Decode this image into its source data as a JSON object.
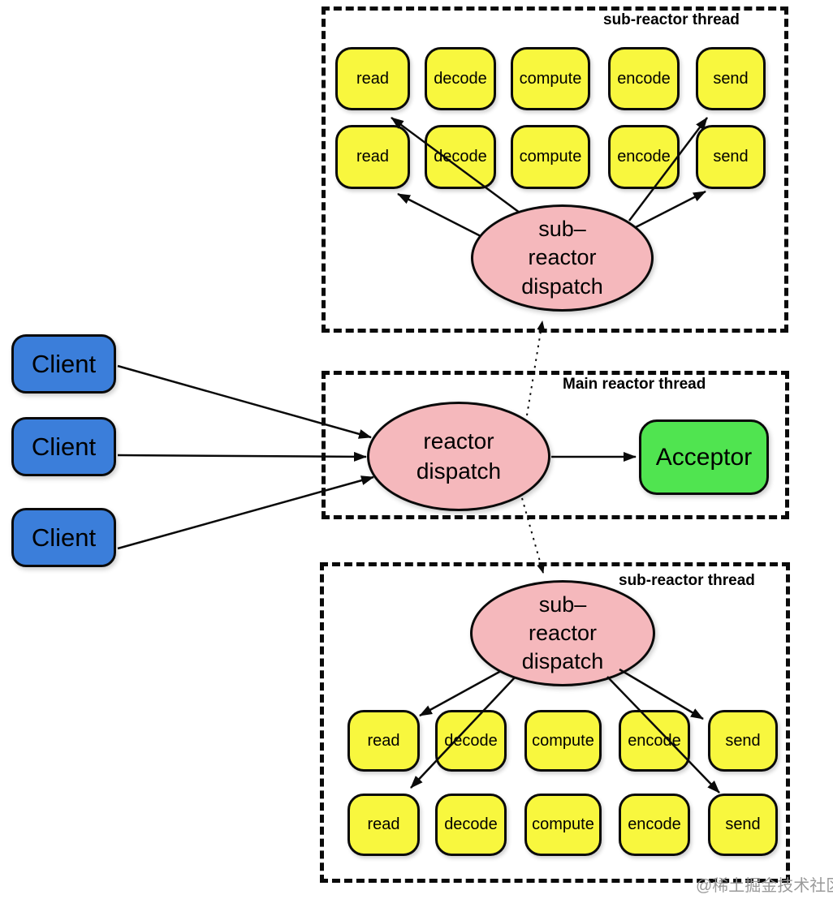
{
  "colors": {
    "yellow": "#F8F73E",
    "pink": "#F5B8BC",
    "green": "#50E450",
    "blue": "#3B7EDA",
    "line": "#000000",
    "watermark_gray": "#9A9A9A"
  },
  "clients": {
    "items": [
      "Client",
      "Client",
      "Client"
    ]
  },
  "top_section": {
    "title": "sub-reactor thread",
    "dispatch_lines": [
      "sub–",
      "reactor",
      "dispatch"
    ],
    "rows": [
      [
        "read",
        "decode",
        "compute",
        "encode",
        "send"
      ],
      [
        "read",
        "decode",
        "compute",
        "encode",
        "send"
      ]
    ]
  },
  "main_section": {
    "title": "Main reactor thread",
    "dispatch_lines": [
      "reactor",
      "dispatch"
    ],
    "acceptor_label": "Acceptor"
  },
  "bottom_section": {
    "title": "sub-reactor thread",
    "dispatch_lines": [
      "sub–",
      "reactor",
      "dispatch"
    ],
    "rows": [
      [
        "read",
        "decode",
        "compute",
        "encode",
        "send"
      ],
      [
        "read",
        "decode",
        "compute",
        "encode",
        "send"
      ]
    ]
  },
  "watermark": "@稀土掘金技术社区"
}
